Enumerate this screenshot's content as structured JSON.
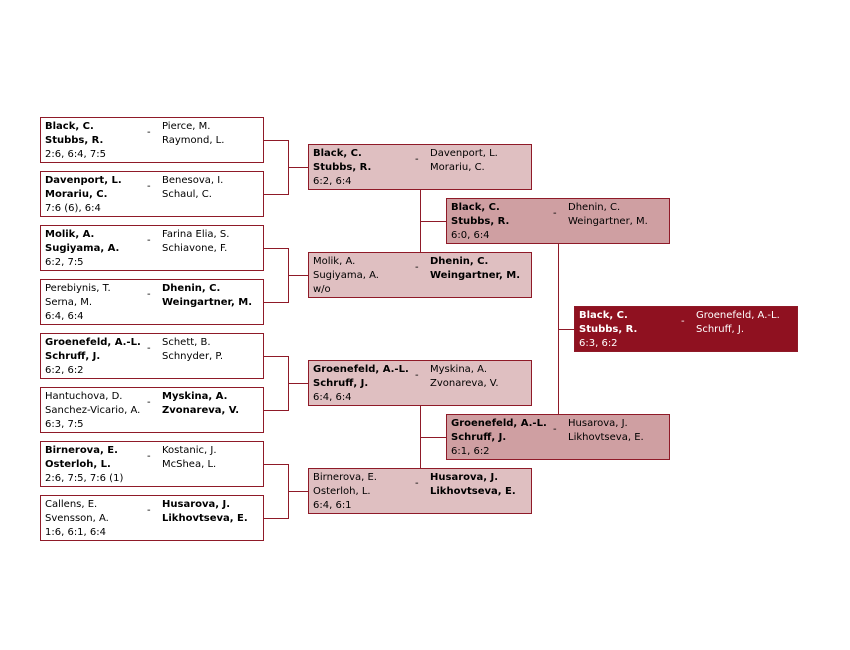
{
  "colors": {
    "line": "#8f1a28",
    "round1": "#ffffff",
    "round2": "#dfbfc1",
    "round3": "#cf9fa2",
    "final": "#8f1120"
  },
  "separator": "-",
  "rounds": [
    [
      {
        "left": [
          "Black, C.",
          "Stubbs, R."
        ],
        "right": [
          "Pierce, M.",
          "Raymond, L."
        ],
        "score": "2:6, 6:4, 7:5",
        "winner": "left"
      },
      {
        "left": [
          "Davenport, L.",
          "Morariu, C."
        ],
        "right": [
          "Benesova, I.",
          "Schaul, C."
        ],
        "score": "7:6 (6), 6:4",
        "winner": "left"
      },
      {
        "left": [
          "Molik, A.",
          "Sugiyama, A."
        ],
        "right": [
          "Farina Elia, S.",
          "Schiavone, F."
        ],
        "score": "6:2, 7:5",
        "winner": "left"
      },
      {
        "left": [
          "Perebiynis, T.",
          "Serna, M."
        ],
        "right": [
          "Dhenin, C.",
          "Weingartner, M."
        ],
        "score": "6:4, 6:4",
        "winner": "right"
      },
      {
        "left": [
          "Groenefeld, A.-L.",
          "Schruff, J."
        ],
        "right": [
          "Schett, B.",
          "Schnyder, P."
        ],
        "score": "6:2, 6:2",
        "winner": "left"
      },
      {
        "left": [
          "Hantuchova, D.",
          "Sanchez-Vicario, A."
        ],
        "right": [
          "Myskina, A.",
          "Zvonareva, V."
        ],
        "score": "6:3, 7:5",
        "winner": "right"
      },
      {
        "left": [
          "Birnerova, E.",
          "Osterloh, L."
        ],
        "right": [
          "Kostanic, J.",
          "McShea, L."
        ],
        "score": "2:6, 7:5, 7:6 (1)",
        "winner": "left"
      },
      {
        "left": [
          "Callens, E.",
          "Svensson, A."
        ],
        "right": [
          "Husarova, J.",
          "Likhovtseva, E."
        ],
        "score": "1:6, 6:1, 6:4",
        "winner": "right"
      }
    ],
    [
      {
        "left": [
          "Black, C.",
          "Stubbs, R."
        ],
        "right": [
          "Davenport, L.",
          "Morariu, C."
        ],
        "score": "6:2, 6:4",
        "winner": "left"
      },
      {
        "left": [
          "Molik, A.",
          "Sugiyama, A."
        ],
        "right": [
          "Dhenin, C.",
          "Weingartner, M."
        ],
        "score": "w/o",
        "winner": "right"
      },
      {
        "left": [
          "Groenefeld, A.-L.",
          "Schruff, J."
        ],
        "right": [
          "Myskina, A.",
          "Zvonareva, V."
        ],
        "score": "6:4, 6:4",
        "winner": "left"
      },
      {
        "left": [
          "Birnerova, E.",
          "Osterloh, L."
        ],
        "right": [
          "Husarova, J.",
          "Likhovtseva, E."
        ],
        "score": "6:4, 6:1",
        "winner": "right"
      }
    ],
    [
      {
        "left": [
          "Black, C.",
          "Stubbs, R."
        ],
        "right": [
          "Dhenin, C.",
          "Weingartner, M."
        ],
        "score": "6:0, 6:4",
        "winner": "left"
      },
      {
        "left": [
          "Groenefeld, A.-L.",
          "Schruff, J."
        ],
        "right": [
          "Husarova, J.",
          "Likhovtseva, E."
        ],
        "score": "6:1, 6:2",
        "winner": "left"
      }
    ],
    [
      {
        "left": [
          "Black, C.",
          "Stubbs, R."
        ],
        "right": [
          "Groenefeld, A.-L.",
          "Schruff, J."
        ],
        "score": "6:3, 6:2",
        "winner": "left"
      }
    ]
  ]
}
